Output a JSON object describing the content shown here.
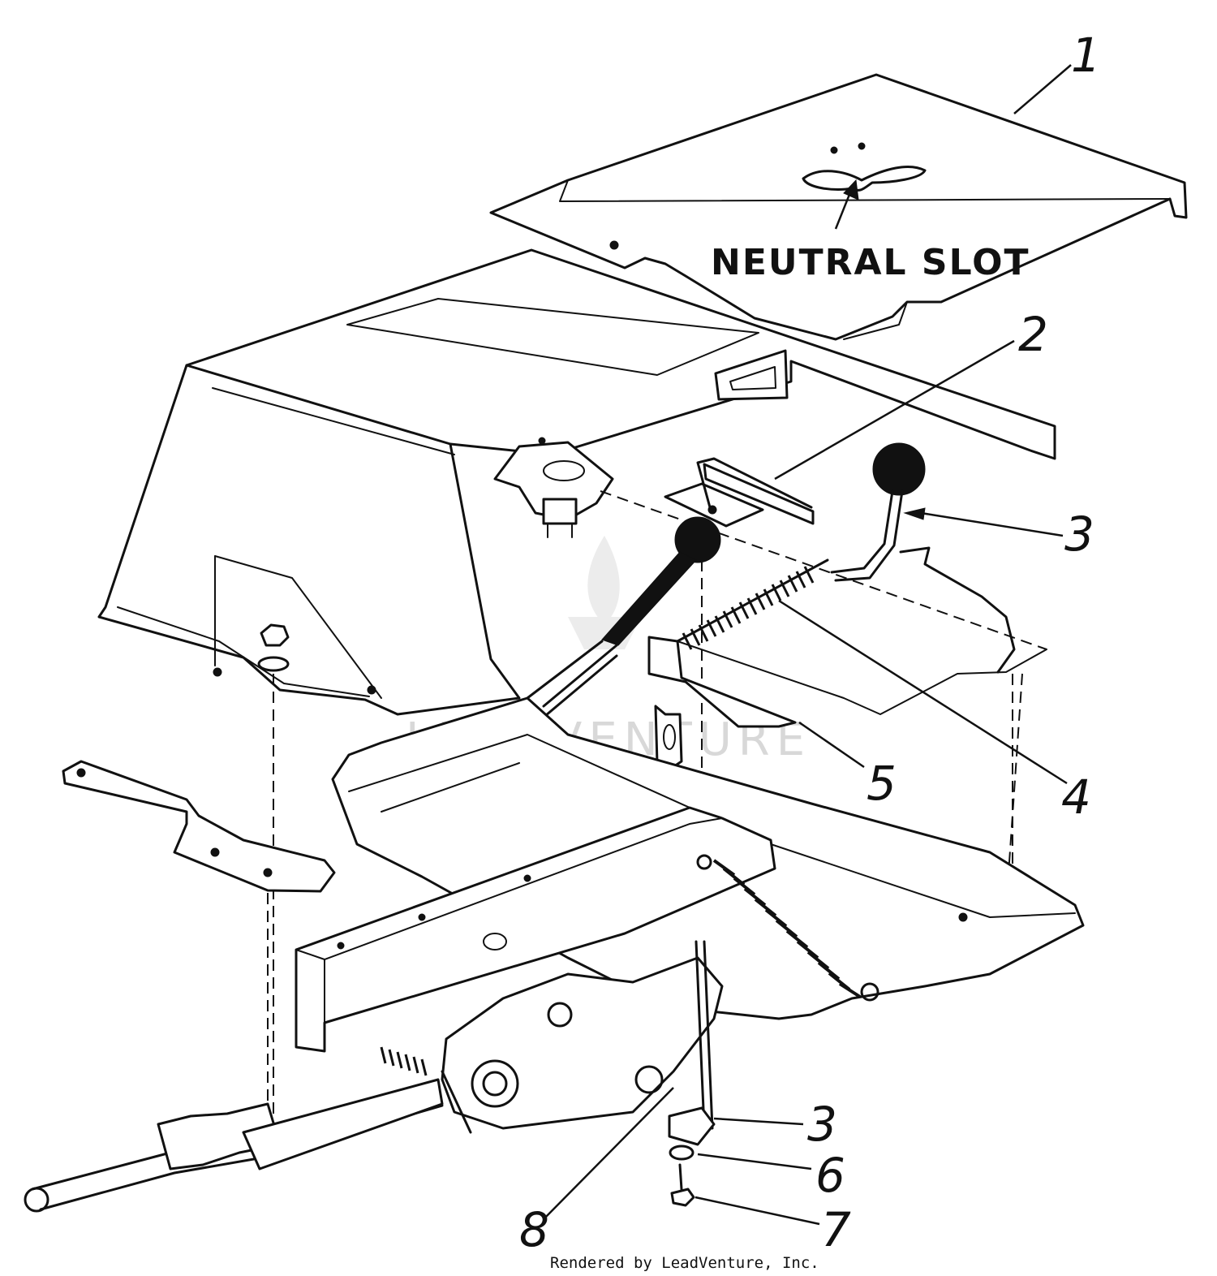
{
  "diagram": {
    "slot_label": "NEUTRAL SLOT",
    "callouts": [
      {
        "id": "1",
        "label": "1"
      },
      {
        "id": "2",
        "label": "2"
      },
      {
        "id": "3a",
        "label": "3"
      },
      {
        "id": "4",
        "label": "4"
      },
      {
        "id": "5",
        "label": "5"
      },
      {
        "id": "3b",
        "label": "3"
      },
      {
        "id": "6",
        "label": "6"
      },
      {
        "id": "7",
        "label": "7"
      },
      {
        "id": "8",
        "label": "8"
      }
    ],
    "watermark": "LEADVENTURE",
    "footer": "Rendered by LeadVenture, Inc."
  }
}
